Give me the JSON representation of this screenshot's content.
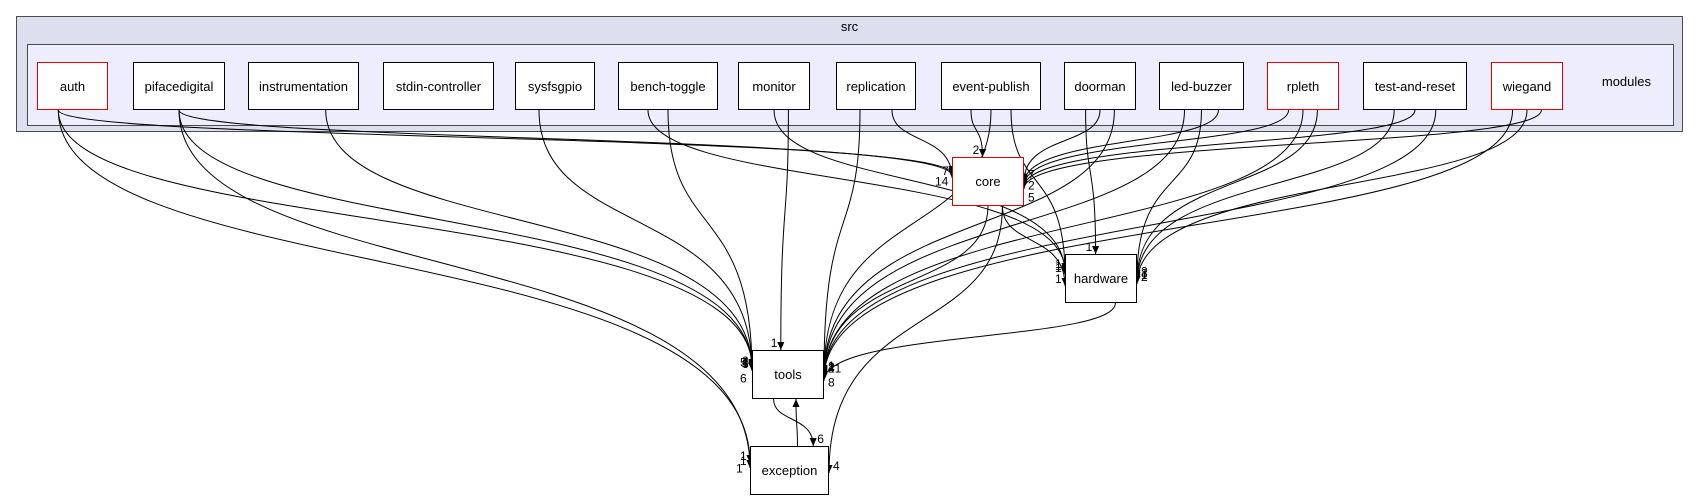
{
  "clusters": {
    "src": "src",
    "modules": "modules"
  },
  "nodes": {
    "auth": "auth",
    "pifacedigital": "pifacedigital",
    "instrumentation": "instrumentation",
    "stdin_controller": "stdin-controller",
    "sysfsgpio": "sysfsgpio",
    "bench_toggle": "bench-toggle",
    "monitor": "monitor",
    "replication": "replication",
    "event_publish": "event-publish",
    "doorman": "doorman",
    "led_buzzer": "led-buzzer",
    "rpleth": "rpleth",
    "test_and_reset": "test-and-reset",
    "wiegand": "wiegand",
    "core": "core",
    "hardware": "hardware",
    "tools": "tools",
    "exception": "exception"
  },
  "highlighted_nodes": [
    "auth",
    "rpleth",
    "wiegand",
    "core"
  ],
  "colors": {
    "outer_cluster": "#dddeee",
    "inner_cluster": "#ededfd",
    "node_border": "#000000",
    "highlight_border": "#e00000",
    "edge": "#000000"
  },
  "edges": [
    {
      "from": "auth",
      "to": "core"
    },
    {
      "from": "auth",
      "to": "tools"
    },
    {
      "from": "auth",
      "to": "exception",
      "label": "1"
    },
    {
      "from": "pifacedigital",
      "to": "core"
    },
    {
      "from": "pifacedigital",
      "to": "tools",
      "label": "2"
    },
    {
      "from": "pifacedigital",
      "to": "exception",
      "label": "1"
    },
    {
      "from": "instrumentation",
      "to": "tools",
      "label": "4"
    },
    {
      "from": "sysfsgpio",
      "to": "tools",
      "label": "1"
    },
    {
      "from": "bench_toggle",
      "to": "tools",
      "label": "3"
    },
    {
      "from": "bench_toggle",
      "to": "hardware",
      "label": "1"
    },
    {
      "from": "monitor",
      "to": "tools",
      "label": "1"
    },
    {
      "from": "monitor",
      "to": "hardware",
      "label": "1"
    },
    {
      "from": "replication",
      "to": "tools",
      "label": "1"
    },
    {
      "from": "replication",
      "to": "core",
      "label": "7"
    },
    {
      "from": "event_publish",
      "to": "core",
      "label": "2"
    },
    {
      "from": "event_publish",
      "to": "tools",
      "label": "2"
    },
    {
      "from": "event_publish",
      "to": "hardware",
      "label": "1"
    },
    {
      "from": "doorman",
      "to": "core",
      "label": "7"
    },
    {
      "from": "doorman",
      "to": "hardware",
      "label": "1"
    },
    {
      "from": "doorman",
      "to": "tools",
      "label": "4"
    },
    {
      "from": "led_buzzer",
      "to": "core"
    },
    {
      "from": "led_buzzer",
      "to": "hardware",
      "label": "2"
    },
    {
      "from": "led_buzzer",
      "to": "tools"
    },
    {
      "from": "rpleth",
      "to": "core"
    },
    {
      "from": "rpleth",
      "to": "hardware",
      "label": "3"
    },
    {
      "from": "rpleth",
      "to": "tools"
    },
    {
      "from": "test_and_reset",
      "to": "core"
    },
    {
      "from": "test_and_reset",
      "to": "hardware",
      "label": "1"
    },
    {
      "from": "test_and_reset",
      "to": "tools"
    },
    {
      "from": "wiegand",
      "to": "core"
    },
    {
      "from": "wiegand",
      "to": "hardware",
      "label": "2"
    },
    {
      "from": "wiegand",
      "to": "tools"
    },
    {
      "from": "core",
      "to": "hardware",
      "label": "1"
    },
    {
      "from": "core",
      "to": "tools"
    },
    {
      "from": "core",
      "to": "exception",
      "label": "4"
    },
    {
      "from": "hardware",
      "to": "tools"
    },
    {
      "from": "tools",
      "to": "exception",
      "label": "6"
    },
    {
      "from": "exception",
      "to": "tools",
      "label": "1"
    }
  ],
  "port_labels": {
    "core_in_left": "14",
    "core_in_right_a": "2",
    "core_in_right_b": "5",
    "tools_in_left_a": "5",
    "tools_in_left_b": "6",
    "tools_in_right_a": "21",
    "tools_in_right_b": "8",
    "exception_in_left": "1"
  }
}
